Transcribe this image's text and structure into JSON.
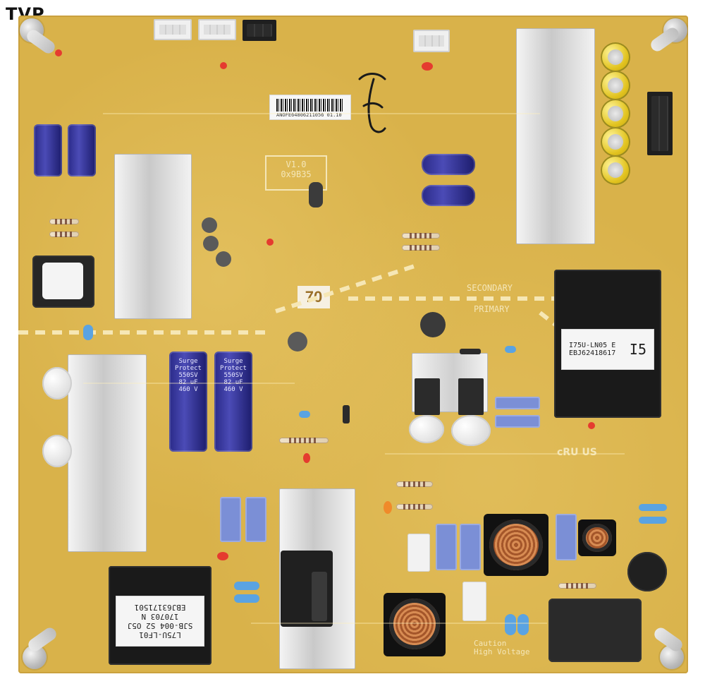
{
  "watermark": "TVP",
  "board_text": {
    "version_box": "V1.0\n0x9B35",
    "tag_70": "70",
    "secondary": "SECONDARY",
    "primary": "PRIMARY",
    "transformer_label_left": "I75U-LN05 E\nEBJ62418617",
    "transformer_label_right": "I5",
    "bottom_transformer_label": "L75U-LF01\nSJB-004 S2 O5J 170703 N\nEBJ63171501",
    "barcode_text": "ANOFE64806211056 01.10",
    "cap_text": "Surge Protect\n550SV\n82 uF\n460 V",
    "ul_mark": "cRU US",
    "caution": "Caution\nHigh Voltage"
  },
  "colors": {
    "board": "#d9b24a",
    "silkscreen": "#f4e6b8",
    "cap_blue": "#2a2a88",
    "heatsink": "#d6d6d6",
    "red_glue": "#e53b2f",
    "blue_glue": "#5aa3e2"
  }
}
